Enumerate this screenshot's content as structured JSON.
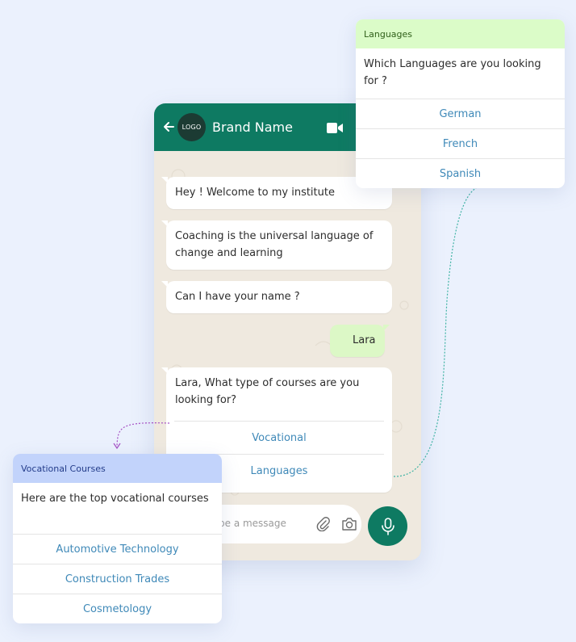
{
  "phone": {
    "header": {
      "brand_name": "Brand Name",
      "logo_text": "LOGO"
    },
    "messages": [
      {
        "text": "Hey ! Welcome to my institute"
      },
      {
        "text": "Coaching is the universal language of change and learning"
      },
      {
        "text": "Can I have your name ?"
      }
    ],
    "reply": {
      "text": "Lara"
    },
    "question": {
      "text": "Lara, What type of courses are you looking for?",
      "options": [
        "Vocational",
        "Languages"
      ]
    },
    "input": {
      "placeholder": "pe a message"
    }
  },
  "languages_card": {
    "title": "Languages",
    "body": "Which Languages are you looking for ?",
    "options": [
      "German",
      "French",
      "Spanish"
    ],
    "header_color": "#dbfcc8"
  },
  "vocational_card": {
    "title": "Vocational Courses",
    "body": "Here are the top vocational courses",
    "options": [
      "Automotive Technology",
      "Construction Trades",
      "Cosmetology"
    ],
    "header_color": "#c2d3fb"
  },
  "colors": {
    "brand_green": "#0e7a62",
    "option_blue": "#3f89b8",
    "background": "#ebf1fd"
  }
}
